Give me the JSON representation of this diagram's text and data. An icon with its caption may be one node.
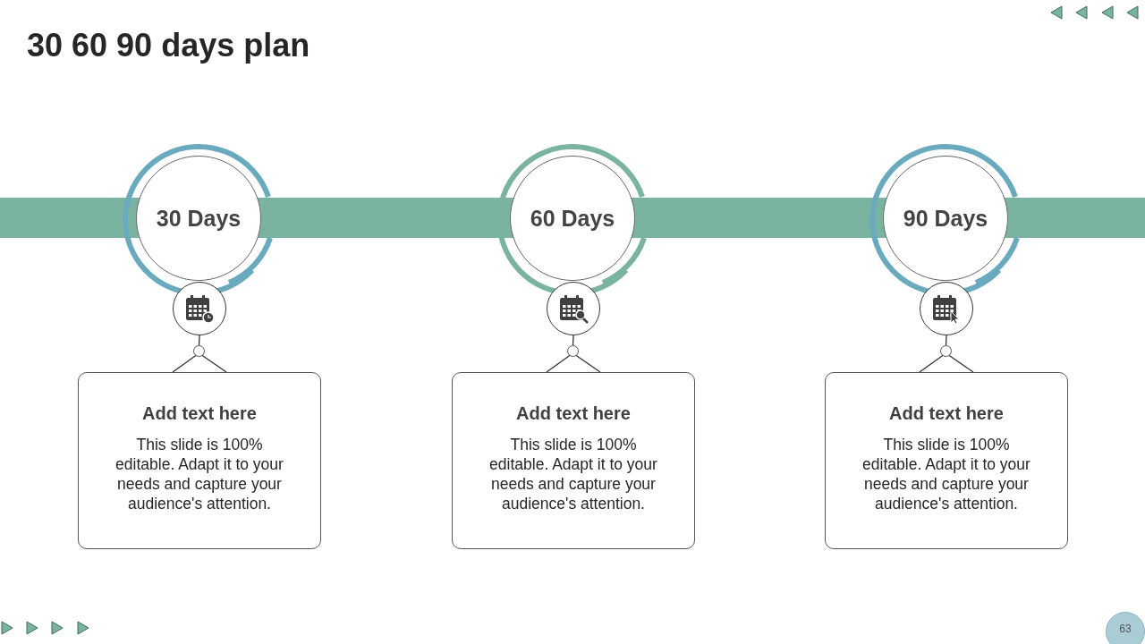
{
  "diagram": {
    "title": "30 60 90 days plan",
    "nodes": [
      {
        "text": [
          "30 Days"
        ]
      },
      {
        "text": [],
        "shape": "picture"
      },
      {
        "text": [],
        "shape": "circle"
      },
      {
        "text": [
          "Add text here",
          "This slide is 100% editable. Adapt it to your needs and capture your audience's attention."
        ]
      },
      {
        "text": [
          "60 Days"
        ]
      },
      {
        "text": [],
        "shape": "picture"
      },
      {
        "text": [],
        "shape": "circle"
      },
      {
        "text": [
          "Add text here",
          "This slide is 100% editable. Adapt it to your needs and capture your audience's attention."
        ]
      },
      {
        "text": [
          "90 Days"
        ]
      },
      {
        "text": [],
        "shape": "picture"
      },
      {
        "text": [],
        "shape": "circle"
      },
      {
        "text": [
          "Add text here",
          "This slide is 100% editable. Adapt it to your needs and capture your audience's attention."
        ]
      },
      {
        "text": [
          "63"
        ]
      }
    ],
    "edges": [
      {
        "from": 1,
        "to": 2,
        "arrow": "none"
      },
      {
        "from": 2,
        "to": 3,
        "arrow": "none"
      },
      {
        "from": 5,
        "to": 6,
        "arrow": "none"
      },
      {
        "from": 6,
        "to": 7,
        "arrow": "none"
      },
      {
        "from": 9,
        "to": 10,
        "arrow": "none"
      },
      {
        "from": 10,
        "to": 11,
        "arrow": "none"
      }
    ]
  }
}
